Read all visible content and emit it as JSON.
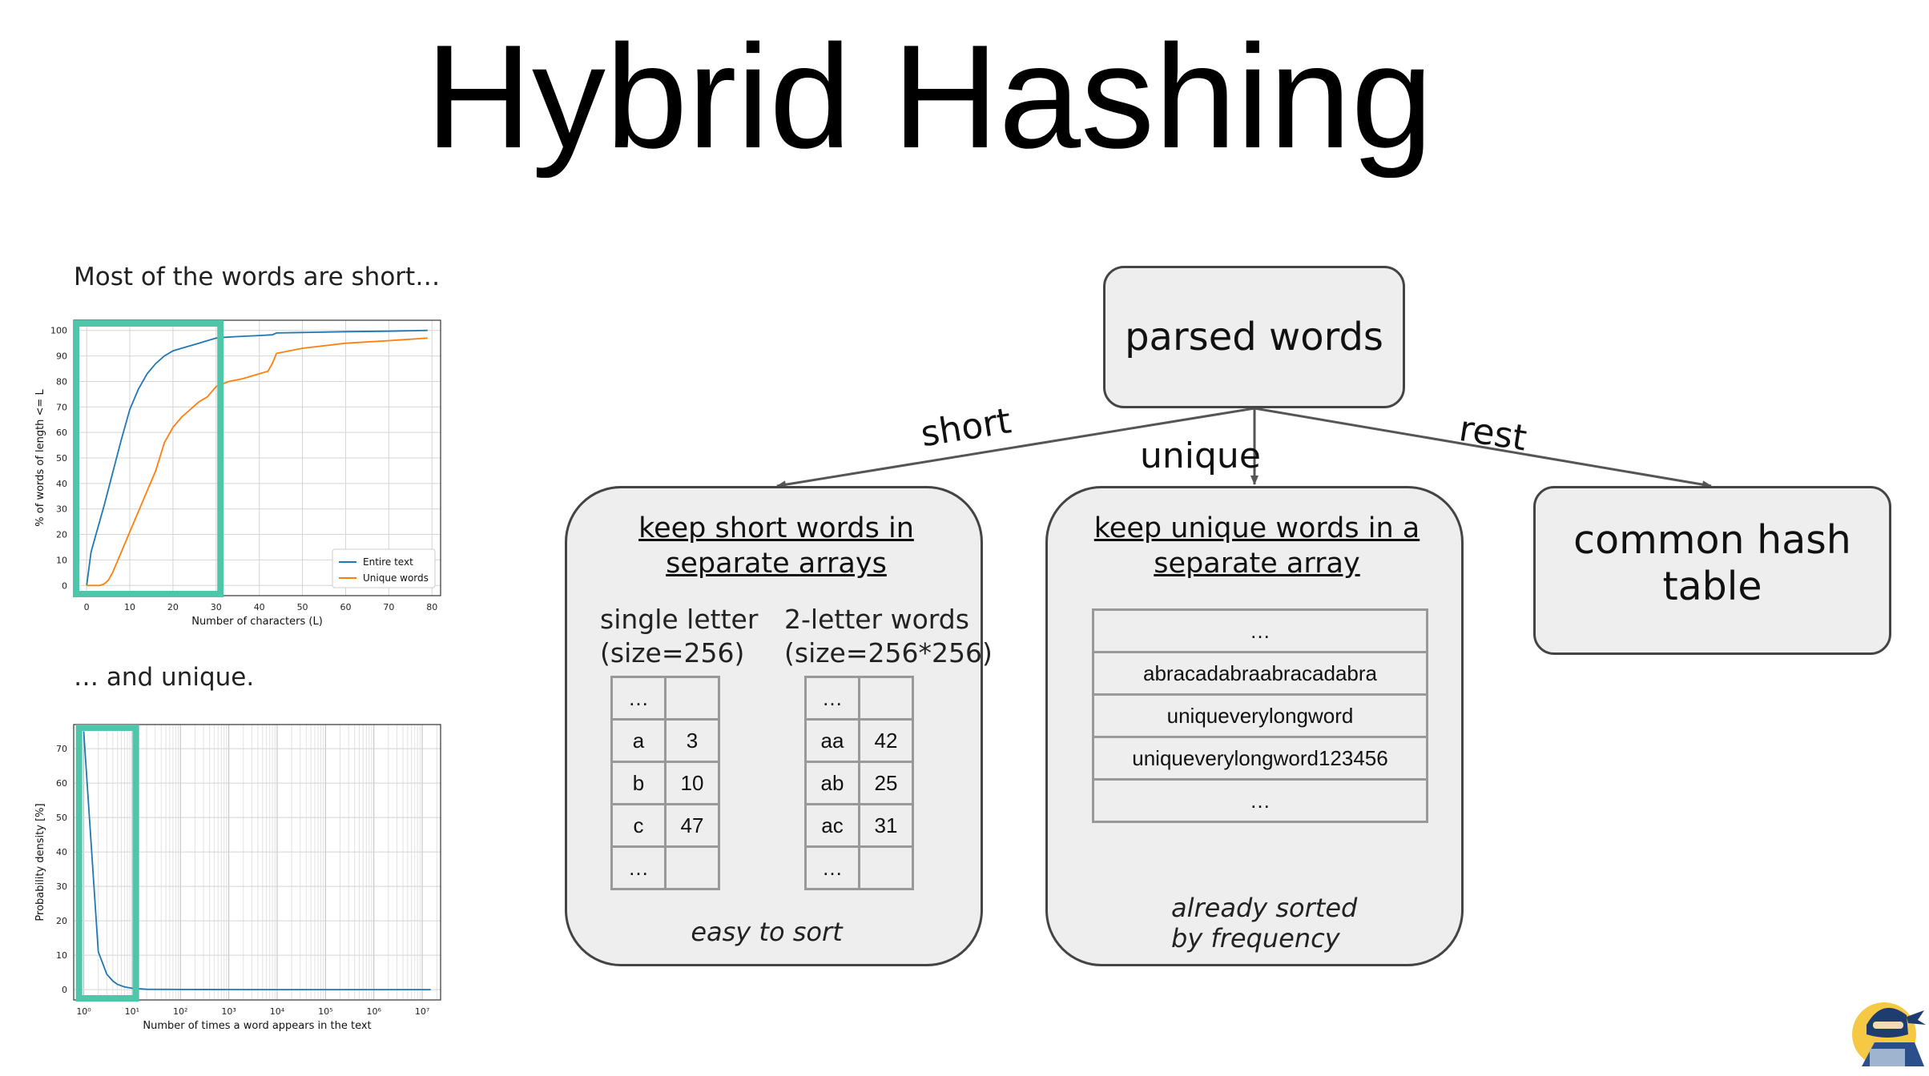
{
  "title": "Hybrid Hashing",
  "left_panel": {
    "caption_top": "Most of the words are short…",
    "caption_bottom": "… and unique."
  },
  "chart_data": [
    {
      "type": "line",
      "title": "",
      "xlabel": "Number of characters (L)",
      "ylabel": "% of words of length <= L",
      "xlim": [
        -3,
        82
      ],
      "ylim": [
        -4,
        104
      ],
      "xticks": [
        0,
        10,
        20,
        30,
        40,
        50,
        60,
        70,
        80
      ],
      "yticks": [
        0,
        10,
        20,
        30,
        40,
        50,
        60,
        70,
        80,
        90,
        100
      ],
      "grid": true,
      "legend_position": "lower-right",
      "highlight_x_range": [
        -4,
        31
      ],
      "series": [
        {
          "name": "Entire text",
          "color": "#1f77b4",
          "x": [
            0,
            1,
            2,
            4,
            6,
            8,
            10,
            12,
            14,
            16,
            18,
            20,
            22,
            24,
            26,
            28,
            30,
            32,
            35,
            40,
            43,
            44,
            50,
            60,
            70,
            79
          ],
          "y": [
            0,
            13,
            19,
            31,
            44,
            57,
            69,
            77,
            83,
            87,
            90,
            92,
            93,
            94,
            95,
            96,
            97,
            97.3,
            97.6,
            98,
            98.3,
            99,
            99.2,
            99.5,
            99.7,
            100
          ]
        },
        {
          "name": "Unique words",
          "color": "#ff7f0e",
          "x": [
            0,
            3,
            4,
            5,
            6,
            8,
            10,
            12,
            14,
            16,
            18,
            20,
            22,
            24,
            26,
            28,
            29,
            30,
            33,
            36,
            40,
            42,
            43,
            44,
            50,
            60,
            70,
            79
          ],
          "y": [
            0,
            0,
            0.5,
            2,
            5,
            13,
            21,
            29,
            37,
            45,
            56,
            62,
            66,
            69,
            72,
            74,
            76,
            78,
            80,
            81,
            83,
            84,
            87,
            91,
            93,
            95,
            96,
            97
          ]
        }
      ]
    },
    {
      "type": "line",
      "title": "",
      "xlabel": "Number of times a word appears in the text",
      "ylabel": "Probability density [%]",
      "x_scale": "log",
      "xlim": [
        0.62,
        24000000
      ],
      "ylim": [
        -3,
        77
      ],
      "xtick_labels": [
        "10⁰",
        "10¹",
        "10²",
        "10³",
        "10⁴",
        "10⁵",
        "10⁶",
        "10⁷"
      ],
      "yticks": [
        0,
        10,
        20,
        30,
        40,
        50,
        60,
        70
      ],
      "grid": true,
      "highlight_x_range": [
        0.8,
        12
      ],
      "series": [
        {
          "name": "",
          "color": "#1f77b4",
          "x": [
            1,
            2,
            3,
            4,
            5,
            7,
            10,
            20,
            100,
            1000,
            10000,
            100000,
            1000000,
            10000000,
            15000000
          ],
          "y": [
            75,
            11,
            4.5,
            2.5,
            1.5,
            0.8,
            0.4,
            0.1,
            0.05,
            0.02,
            0,
            0,
            0,
            0,
            0
          ]
        }
      ]
    }
  ],
  "diagram": {
    "root": "parsed words",
    "edges": {
      "short": "short",
      "unique": "unique",
      "rest": "rest"
    },
    "short_box": {
      "heading_line1": "keep short words in",
      "heading_line2": "separate arrays",
      "single_label_line1": "single letter",
      "single_label_line2": "(size=256)",
      "two_label_line1": "2-letter words",
      "two_label_line2": "(size=256*256)",
      "single_table": [
        [
          "…",
          ""
        ],
        [
          "a",
          "3"
        ],
        [
          "b",
          "10"
        ],
        [
          "c",
          "47"
        ],
        [
          "…",
          ""
        ]
      ],
      "two_table": [
        [
          "…",
          ""
        ],
        [
          "aa",
          "42"
        ],
        [
          "ab",
          "25"
        ],
        [
          "ac",
          "31"
        ],
        [
          "…",
          ""
        ]
      ],
      "note": "easy to sort"
    },
    "unique_box": {
      "heading_line1": "keep unique words in a",
      "heading_line2": "separate array",
      "rows": [
        "…",
        "abracadabraabracadabra",
        "uniqueverylongword",
        "uniqueverylongword123456",
        "…"
      ],
      "note_line1": "already sorted",
      "note_line2": "by frequency"
    },
    "rest_box": {
      "label_line1": "common hash",
      "label_line2": "table"
    }
  },
  "colors": {
    "highlight": "#4fc6aa",
    "box_fill": "#eeeeee",
    "box_border": "#444444",
    "series_blue": "#1f77b4",
    "series_orange": "#ff7f0e"
  },
  "logo_icon": "ninja-mascot-icon"
}
